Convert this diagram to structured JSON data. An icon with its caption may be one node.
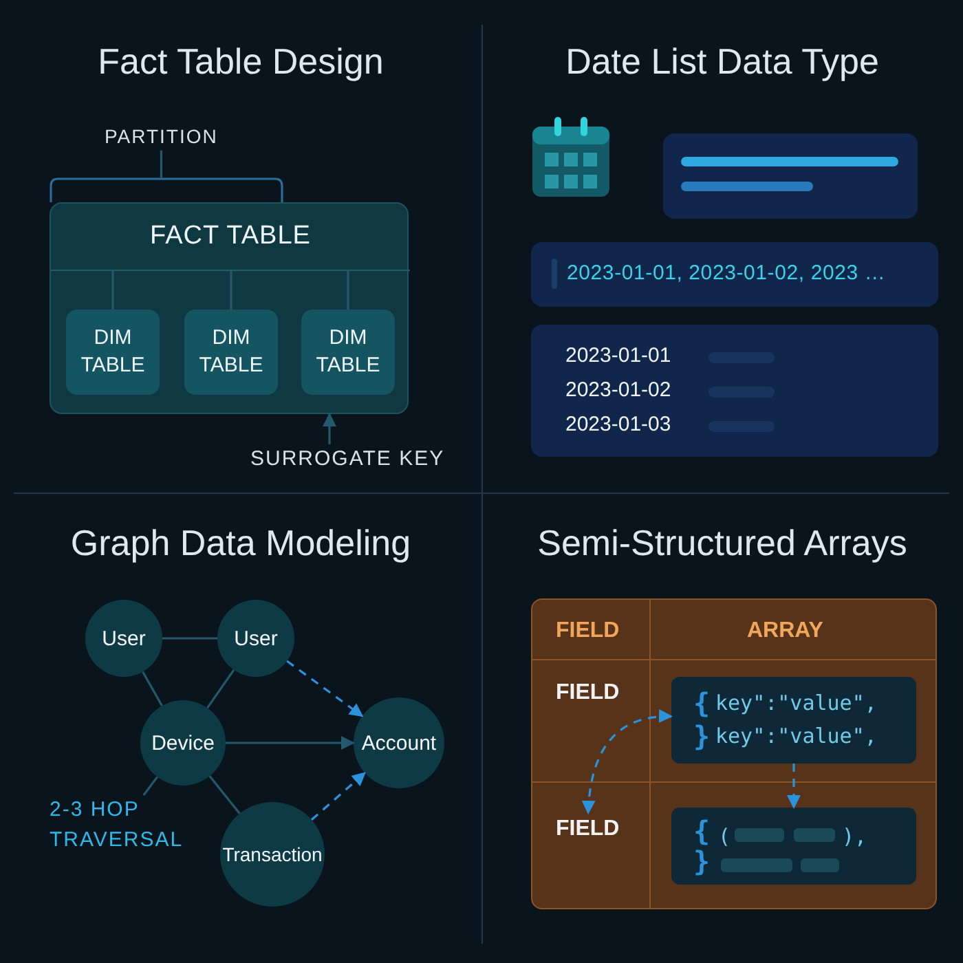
{
  "diagram": {
    "nodes": [
      {
        "text": [
          "PARTITION"
        ]
      },
      {
        "text": [],
        "shape": "bracket"
      },
      {
        "text": [],
        "shape": "box"
      },
      {
        "text": [
          "FACT TABLE"
        ],
        "in": 2
      },
      {
        "text": [
          "DIM TABLE"
        ],
        "in": 2
      },
      {
        "text": [
          "DIM TABLE"
        ],
        "in": 2
      },
      {
        "text": [
          "DIM TABLE"
        ],
        "in": 2
      },
      {
        "text": [
          "SURROGATE KEY"
        ]
      },
      {
        "text": [
          "2023-01-01, 2023-01-02, 2023 …"
        ]
      },
      {
        "text": [
          "2023-01-01",
          "2023-01-02",
          "2023-01-03"
        ]
      },
      {
        "text": [
          "User"
        ]
      },
      {
        "text": [
          "User"
        ]
      },
      {
        "text": [
          "Device"
        ]
      },
      {
        "text": [
          "Account"
        ]
      },
      {
        "text": [
          "Transaction"
        ]
      },
      {
        "text": [
          "2-3 HOP TRAVERSAL"
        ]
      },
      {
        "text": [
          "FIELD"
        ]
      },
      {
        "text": [
          "ARRAY"
        ]
      },
      {
        "text": [
          "FIELD"
        ]
      },
      {
        "text": [
          "{",
          "key\":\"value\",",
          "}",
          "key\":\"value\","
        ]
      },
      {
        "text": [
          "FIELD"
        ]
      },
      {
        "text": [
          "{",
          "(",
          "),",
          "}"
        ]
      }
    ],
    "edges": [
      {
        "from": 0,
        "to": 1,
        "arrow": "none"
      },
      {
        "from": 3,
        "to": 4,
        "arrow": "none"
      },
      {
        "from": 3,
        "to": 5,
        "arrow": "none"
      },
      {
        "from": 3,
        "to": 6,
        "arrow": "none"
      },
      {
        "from": 7,
        "to": 2,
        "arrow": "to"
      },
      {
        "from": 10,
        "to": 11,
        "arrow": "none"
      },
      {
        "from": 10,
        "to": 12,
        "arrow": "none"
      },
      {
        "from": 11,
        "to": 12,
        "arrow": "none"
      },
      {
        "from": 11,
        "to": 13,
        "arrow": "to",
        "style": "dashed",
        "color": "#2b93dc"
      },
      {
        "from": 12,
        "to": 13,
        "arrow": "to"
      },
      {
        "from": 12,
        "to": 15,
        "arrow": "none"
      },
      {
        "from": 12,
        "to": 14,
        "arrow": "none"
      },
      {
        "from": 14,
        "to": 13,
        "arrow": "to",
        "style": "dashed",
        "color": "#2b93dc"
      },
      {
        "from": 19,
        "to": 20,
        "arrow": "both",
        "style": "dashed",
        "color": "#2b93dc"
      },
      {
        "from": 19,
        "to": 21,
        "arrow": "to",
        "style": "dashed",
        "color": "#2b93dc"
      }
    ],
    "labels": [
      "Fact Table Design",
      "Date List Data Type",
      "Graph Data Modeling",
      "Semi-Structured Arrays"
    ]
  }
}
